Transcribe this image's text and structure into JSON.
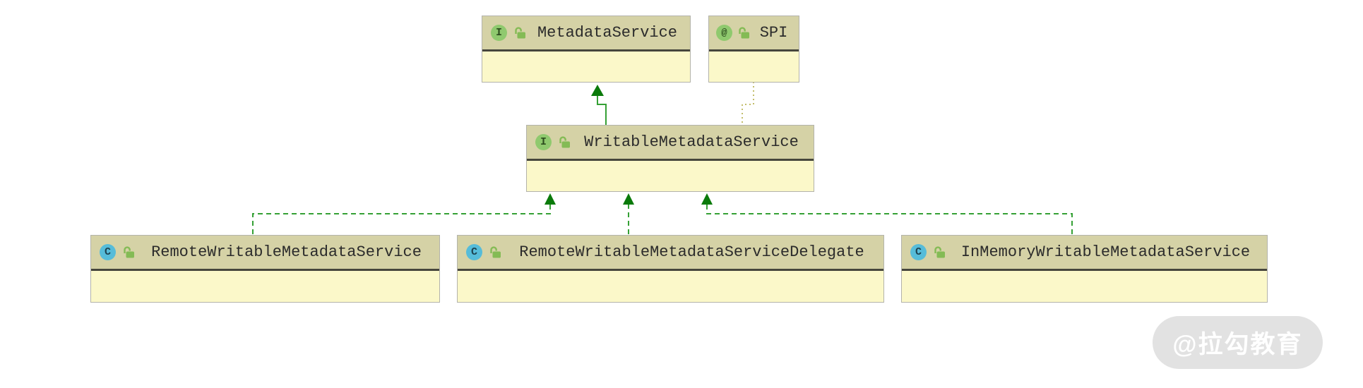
{
  "diagram": {
    "title": "uml-class-diagram",
    "nodes": [
      {
        "label": "MetadataService",
        "badge": "I",
        "kind": "interface",
        "visibility": "public"
      },
      {
        "label": "SPI",
        "badge": "@",
        "kind": "annotation",
        "visibility": "public"
      },
      {
        "label": "WritableMetadataService",
        "badge": "I",
        "kind": "interface",
        "visibility": "public"
      },
      {
        "label": "RemoteWritableMetadataService",
        "badge": "C",
        "kind": "class",
        "visibility": "public"
      },
      {
        "label": "RemoteWritableMetadataServiceDelegate",
        "badge": "C",
        "kind": "class",
        "visibility": "public"
      },
      {
        "label": "InMemoryWritableMetadataService",
        "badge": "C",
        "kind": "class",
        "visibility": "public"
      }
    ],
    "edges": [
      {
        "from": "WritableMetadataService",
        "to": "MetadataService",
        "type": "extends",
        "style": "solid-green-arrow"
      },
      {
        "from": "WritableMetadataService",
        "to": "SPI",
        "type": "annotated-with",
        "style": "dotted-olive"
      },
      {
        "from": "RemoteWritableMetadataService",
        "to": "WritableMetadataService",
        "type": "implements",
        "style": "dashed-green-arrow"
      },
      {
        "from": "RemoteWritableMetadataServiceDelegate",
        "to": "WritableMetadataService",
        "type": "implements",
        "style": "dashed-green-arrow"
      },
      {
        "from": "InMemoryWritableMetadataService",
        "to": "WritableMetadataService",
        "type": "implements",
        "style": "dashed-green-arrow"
      }
    ],
    "colors": {
      "node_header": "#d5d2a6",
      "node_body": "#fbf8c9",
      "node_border": "#b3b3ab",
      "header_separator": "#46463c",
      "interface_badge": "#8fc96e",
      "class_badge": "#56bcd9",
      "lock_green": "#84bb55",
      "edge_green": "#35a035",
      "arrow_fill": "#0a7a0a",
      "annotation_edge": "#c3bd6b"
    }
  },
  "watermark": {
    "text": "@拉勾教育"
  }
}
